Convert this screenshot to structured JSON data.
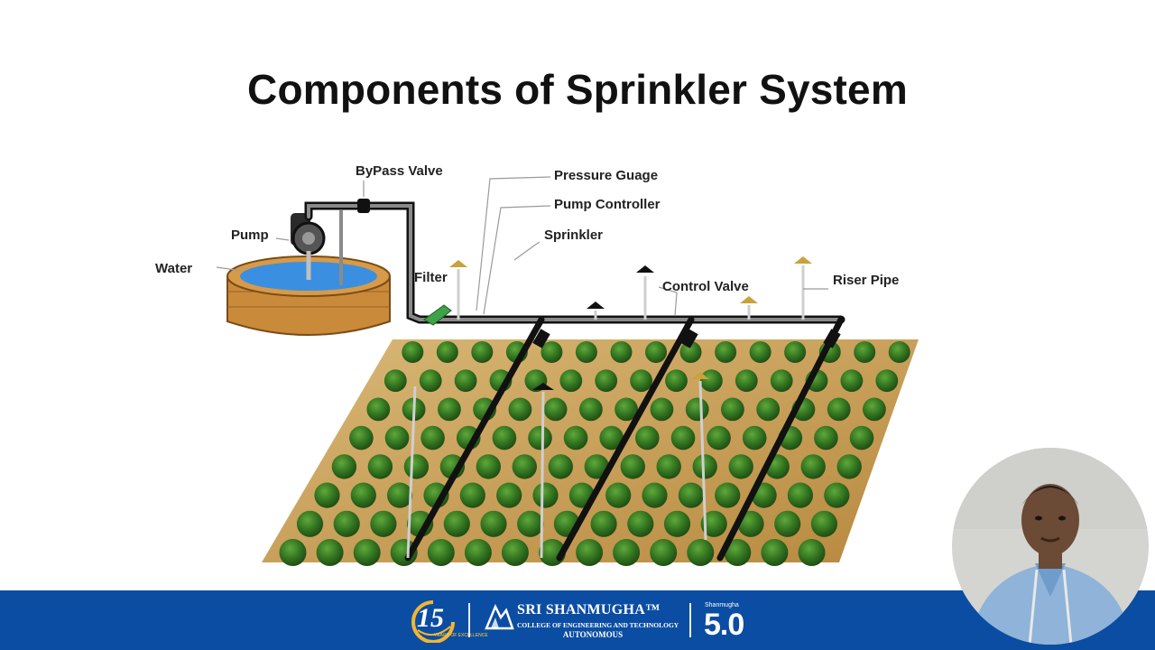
{
  "slide": {
    "title": "Components of Sprinkler System"
  },
  "diagram": {
    "labels": {
      "bypass_valve": "ByPass Valve",
      "pressure_gauge": "Pressure Guage",
      "pump_controller": "Pump Controller",
      "sprinkler": "Sprinkler",
      "pump": "Pump",
      "water": "Water",
      "filter": "Filter",
      "control_valve": "Control Valve",
      "riser_pipe": "Riser Pipe"
    },
    "colors": {
      "water": "#3b8fe0",
      "brick": "#c98a3a",
      "soil": "#c9a25a",
      "plant": "#2f6f1e",
      "pipe": "#1a1a1a"
    }
  },
  "footer": {
    "badge_number": "15",
    "badge_sub": "YEARS OF EXCELLENCE",
    "college_name": "SRI SHANMUGHA™",
    "college_sub": "COLLEGE OF ENGINEERING AND TECHNOLOGY",
    "college_auto": "AUTONOMOUS",
    "shanmugha_small": "Shanmugha",
    "shanmugha_big": "5.0",
    "background_color": "#0b4da2"
  },
  "presenter": {
    "icon": "presenter-webcam-avatar"
  }
}
